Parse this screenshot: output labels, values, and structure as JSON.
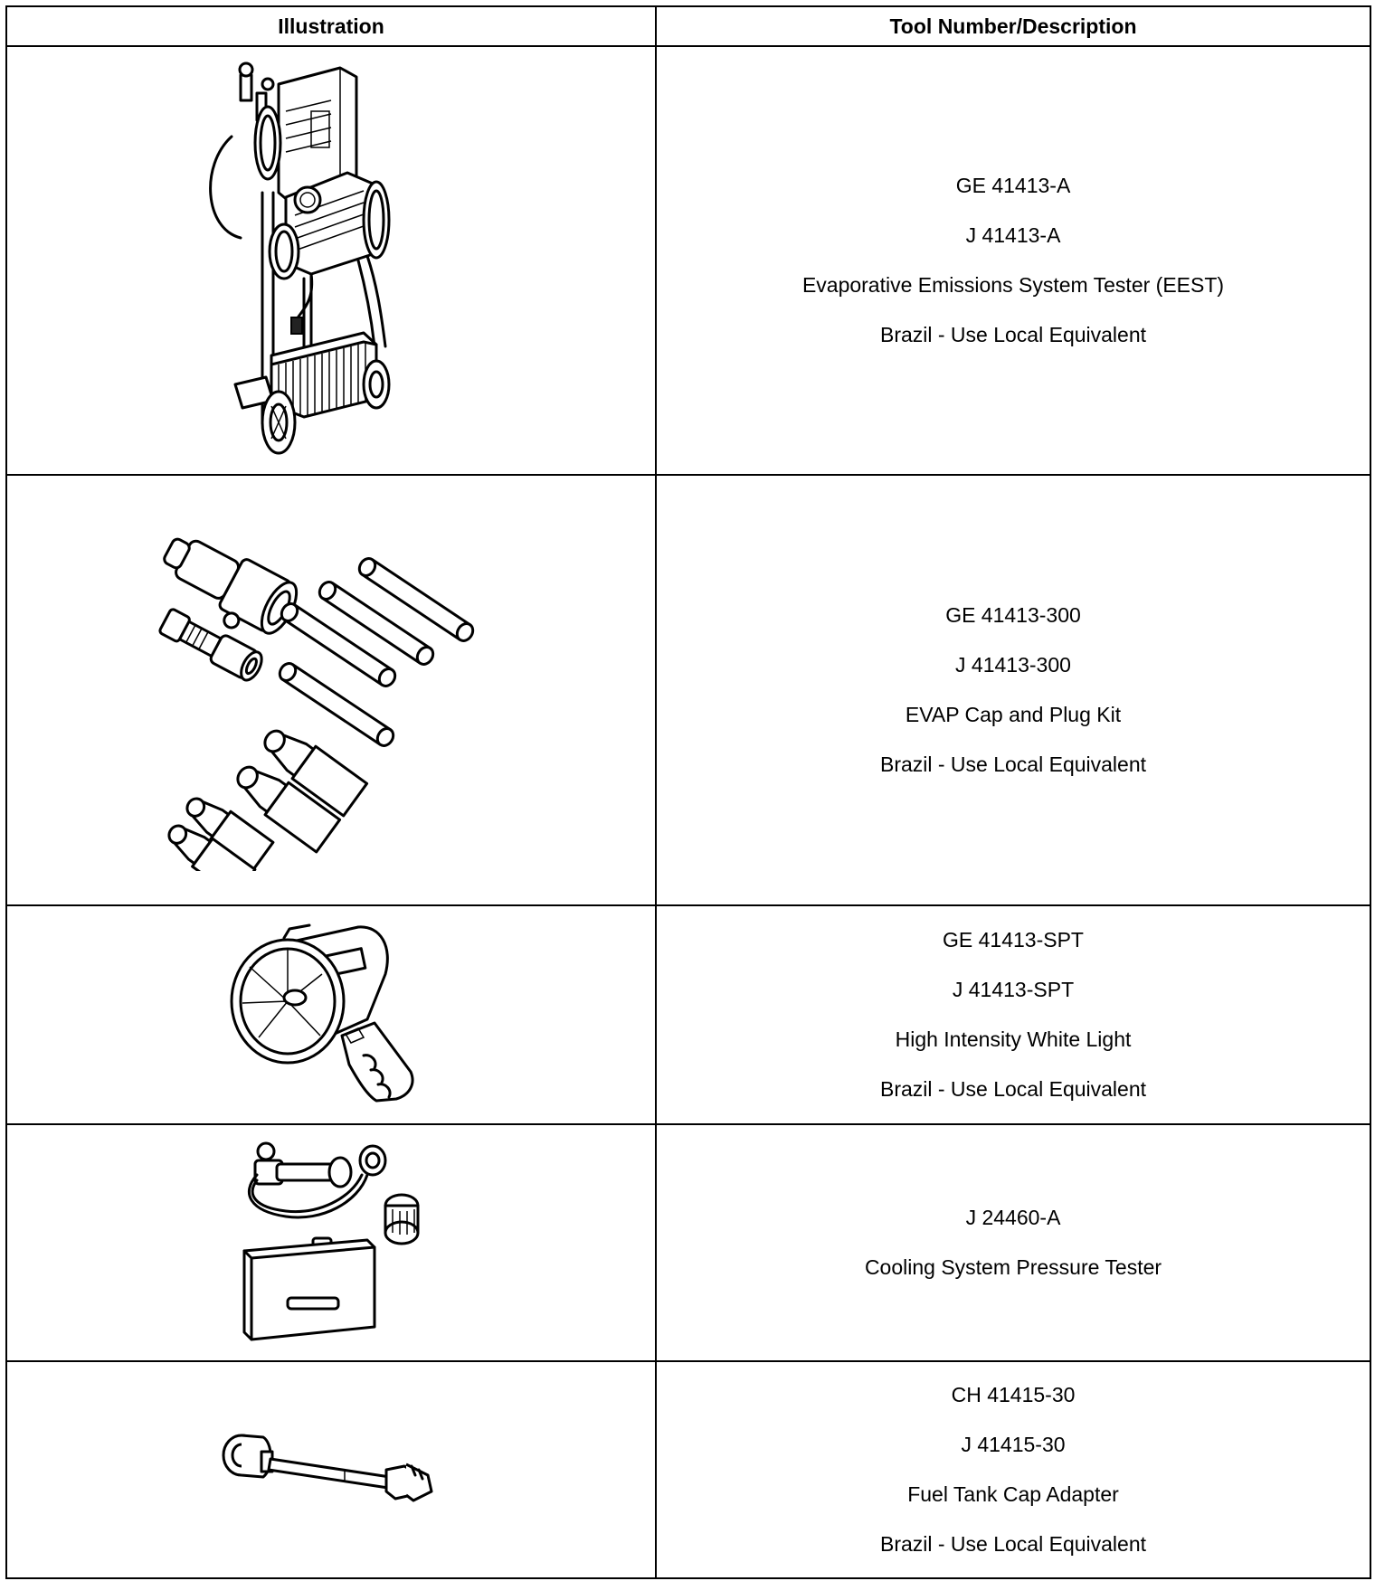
{
  "header": {
    "illustration": "Illustration",
    "description": "Tool Number/Description"
  },
  "tools": [
    {
      "icon": "evap-tester-cart-icon",
      "lines": [
        "GE 41413-A",
        "J 41413-A",
        "Evaporative Emissions System Tester (EEST)",
        "Brazil - Use Local Equivalent"
      ]
    },
    {
      "icon": "cap-plug-kit-icon",
      "lines": [
        "GE 41413-300",
        "J 41413-300",
        "EVAP Cap and Plug Kit",
        "Brazil - Use Local Equivalent"
      ]
    },
    {
      "icon": "spotlight-icon",
      "lines": [
        "GE 41413-SPT",
        "J 41413-SPT",
        "High Intensity White Light",
        "Brazil - Use Local Equivalent"
      ]
    },
    {
      "icon": "pressure-tester-kit-icon",
      "lines": [
        "J 24460-A",
        "Cooling System Pressure Tester"
      ]
    },
    {
      "icon": "fuel-cap-adapter-icon",
      "lines": [
        "CH 41415-30",
        "J 41415-30",
        "Fuel Tank Cap Adapter",
        "Brazil - Use Local Equivalent"
      ]
    }
  ]
}
